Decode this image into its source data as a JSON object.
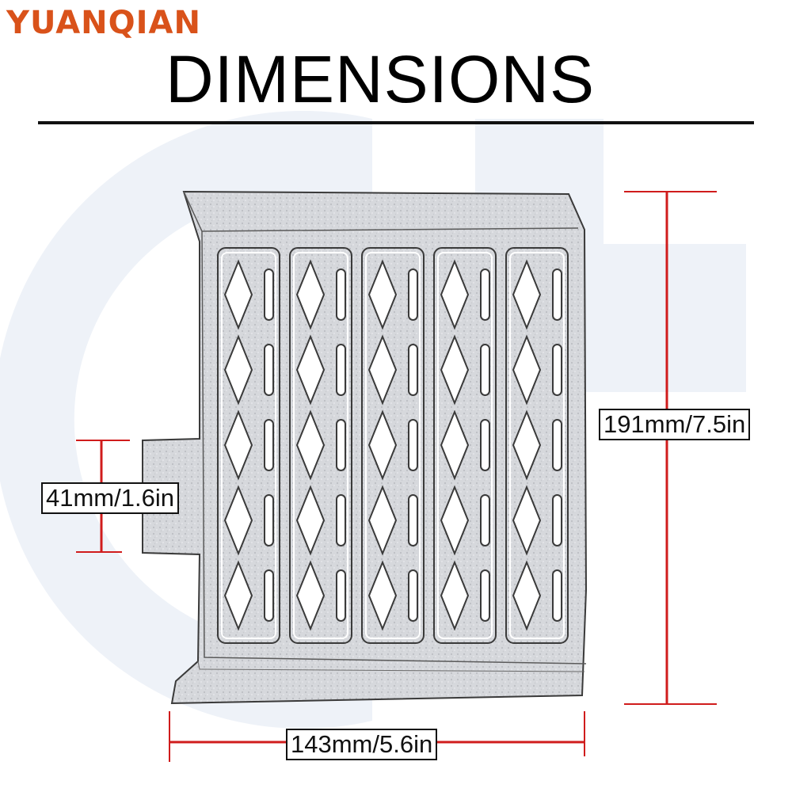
{
  "brand": {
    "logo_text": "YUANQIAN",
    "color": "#d9521a"
  },
  "title": "DIMENSIONS",
  "dimensions": {
    "height": "191mm/7.5in",
    "tab_height": "41mm/1.6in",
    "width": "143mm/5.6in"
  },
  "colors": {
    "dimension_line": "#d01c1c",
    "watermark": "#eef2f8",
    "outline": "#3a3a3a",
    "plate_fill": "#d6d8dc",
    "text": "#111111"
  },
  "plate": {
    "columns": 5,
    "diamonds_per_column": 5
  }
}
